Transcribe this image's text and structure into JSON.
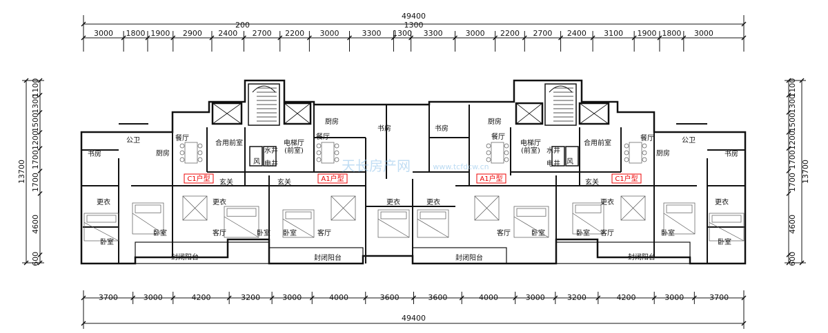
{
  "dimensions": {
    "top_total": "49400",
    "top_extra": [
      "200",
      "1300"
    ],
    "top_segments": [
      "3000",
      "1800",
      "1900",
      "2900",
      "2400",
      "2700",
      "2200",
      "3000",
      "3300",
      "1300",
      "3300",
      "3000",
      "2200",
      "2700",
      "2400",
      "3100",
      "1900",
      "1800",
      "3000"
    ],
    "bottom_segments": [
      "3700",
      "3000",
      "4200",
      "3200",
      "3000",
      "4000",
      "3600",
      "3600",
      "4000",
      "3000",
      "3200",
      "4200",
      "3000",
      "3700"
    ],
    "bottom_total": "49400",
    "side_total": "13700",
    "side_segments": [
      "600",
      "4600",
      "1700",
      "1700",
      "1200",
      "1500",
      "1300",
      "1100"
    ]
  },
  "unit_tags": [
    "C1户型",
    "A1户型",
    "A1户型",
    "C1户型"
  ],
  "rooms": {
    "balcony": "封闭阳台",
    "kitchen": "厨房",
    "dining": "餐厅",
    "living": "客厅",
    "bedroom": "卧室",
    "study": "书房",
    "foyer": "玄关",
    "shared_front": "合用前室",
    "elevator_hall": "电梯厅",
    "front_room_paren": "(前室)",
    "water_shaft": "水井",
    "elec_shaft": "电井",
    "wind": "风",
    "closet": "更衣",
    "bath": "公卫"
  },
  "watermark": {
    "brand": "天长房产网",
    "url": "www.tcfdcw.cn"
  }
}
